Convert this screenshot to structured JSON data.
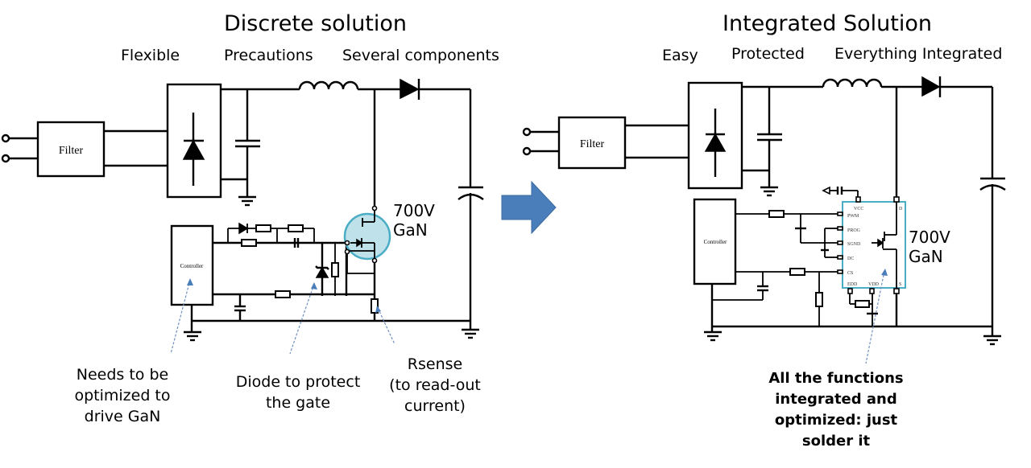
{
  "discrete": {
    "title": "Discrete solution",
    "features": [
      "Flexible",
      "Precautions",
      "Several components"
    ],
    "blocks": {
      "filter": "Filter",
      "controller": "Controller"
    },
    "device_label": "700V\nGaN",
    "annotations": {
      "controller_note": "Needs to be\noptimized to\ndrive GaN",
      "diode_note": "Diode to protect\nthe gate",
      "rsense_note": "Rsense\n(to read-out\ncurrent)"
    }
  },
  "integrated": {
    "title": "Integrated Solution",
    "features": [
      "Easy",
      "Protected",
      "Everything Integrated"
    ],
    "blocks": {
      "filter": "Filter",
      "controller": "Controller"
    },
    "ic_pins": [
      "VCC",
      "PWM",
      "PROG",
      "SGND",
      "DC",
      "CS",
      "EDD",
      "VDD",
      "D",
      "S"
    ],
    "device_label": "700V\nGaN",
    "annotation": "All the functions\nintegrated and\noptimized: just\nsolder it"
  },
  "arrow": {
    "icon": "right-arrow-icon",
    "color": "#4a7ebb"
  },
  "colors": {
    "gan_highlight_fill": "#bfe2ea",
    "gan_highlight_stroke": "#4bacc6",
    "ic_border": "#4bacc6",
    "leader": "#6f8fc0"
  }
}
